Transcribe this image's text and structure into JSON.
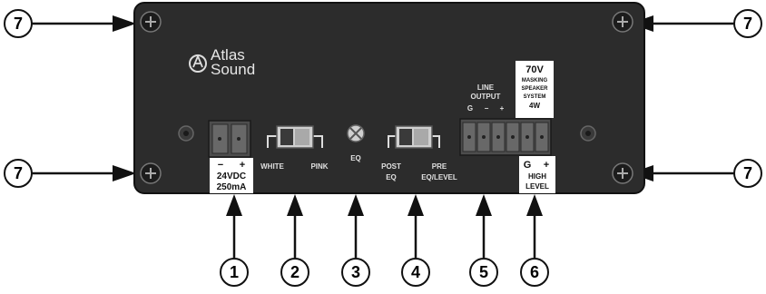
{
  "brand": {
    "line1": "Atlas",
    "line2": "Sound"
  },
  "power": {
    "polarity_minus": "−",
    "polarity_plus": "+",
    "voltage": "24VDC",
    "current": "250mA"
  },
  "noise_switch": {
    "left_label": "WHITE",
    "right_label": "PINK"
  },
  "eq_knob": {
    "label": "EQ"
  },
  "output_switch": {
    "left_line1": "POST",
    "left_line2": "EQ",
    "right_line1": "PRE",
    "right_line2": "EQ/LEVEL"
  },
  "line_output": {
    "title_line1": "LINE",
    "title_line2": "OUTPUT",
    "pins": [
      "G",
      "−",
      "+"
    ]
  },
  "speaker_badge": {
    "line1": "70V",
    "line2": "MASKING",
    "line3": "SPEAKER",
    "line4": "SYSTEM",
    "line5": "4W"
  },
  "high_level": {
    "g": "G",
    "plus": "+",
    "line1": "HIGH",
    "line2": "LEVEL"
  },
  "callouts": [
    "1",
    "2",
    "3",
    "4",
    "5",
    "6",
    "7"
  ]
}
